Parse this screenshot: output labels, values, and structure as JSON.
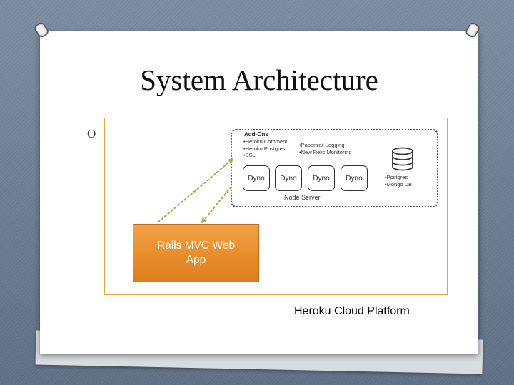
{
  "slide": {
    "title": "System Architecture",
    "bullet_glyph": "O"
  },
  "diagram": {
    "addons": {
      "title": "Add-Ons",
      "col1": [
        "•Heroku Comment",
        "•Heroku Postgres",
        "•SSL"
      ],
      "col2": [
        "•Papertrail Logging",
        "•New Relic Monitoring"
      ]
    },
    "dynos": [
      "Dyno",
      "Dyno",
      "Dyno",
      "Dyno"
    ],
    "databases": [
      "•Postgres",
      "•Mongo DB"
    ],
    "node_server_label": "Node Server",
    "web_app_label": "Rails MVC Web App",
    "platform_label": "Heroku Cloud Platform"
  },
  "colors": {
    "frame_border": "#e3a73b",
    "web_app_fill": "#e98d2b",
    "arrow": "#b5a44a"
  }
}
